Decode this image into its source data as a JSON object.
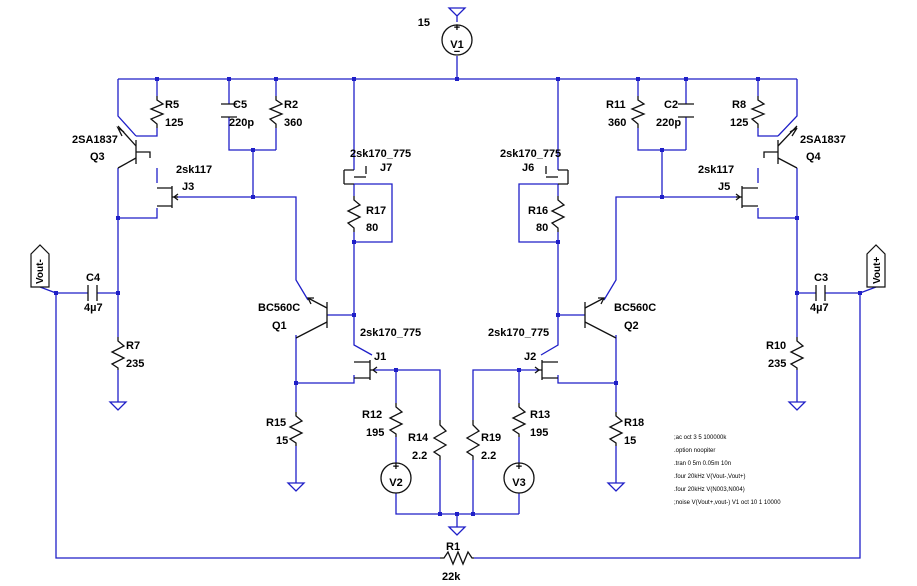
{
  "schematic": {
    "background_color": "#ffffff",
    "wire_color": "#1f1fc8",
    "component_color": "#111111",
    "sources": {
      "V1": {
        "name": "V1",
        "value": "15"
      },
      "V2": {
        "name": "V2"
      },
      "V3": {
        "name": "V3"
      }
    },
    "ports": {
      "vout_minus": "Vout-",
      "vout_plus": "Vout+"
    },
    "resistors": {
      "R1": {
        "name": "R1",
        "value": "22k"
      },
      "R2": {
        "name": "R2",
        "value": "360"
      },
      "R5": {
        "name": "R5",
        "value": "125"
      },
      "R7": {
        "name": "R7",
        "value": "235"
      },
      "R8": {
        "name": "R8",
        "value": "125"
      },
      "R10": {
        "name": "R10",
        "value": "235"
      },
      "R11": {
        "name": "R11",
        "value": "360"
      },
      "R12": {
        "name": "R12",
        "value": "195"
      },
      "R13": {
        "name": "R13",
        "value": "195"
      },
      "R14": {
        "name": "R14",
        "value": "2.2"
      },
      "R15": {
        "name": "R15",
        "value": "15"
      },
      "R16": {
        "name": "R16",
        "value": "80"
      },
      "R17": {
        "name": "R17",
        "value": "80"
      },
      "R18": {
        "name": "R18",
        "value": "15"
      },
      "R19": {
        "name": "R19",
        "value": "2.2"
      }
    },
    "capacitors": {
      "C2": {
        "name": "C2",
        "value": "220p"
      },
      "C3": {
        "name": "C3",
        "value": "4µ7"
      },
      "C4": {
        "name": "C4",
        "value": "4µ7"
      },
      "C5": {
        "name": "C5",
        "value": "220p"
      }
    },
    "transistors": {
      "Q1": {
        "name": "Q1",
        "model": "BC560C"
      },
      "Q2": {
        "name": "Q2",
        "model": "BC560C"
      },
      "Q3": {
        "name": "Q3",
        "model": "2SA1837"
      },
      "Q4": {
        "name": "Q4",
        "model": "2SA1837"
      }
    },
    "jfets": {
      "J1": {
        "name": "J1",
        "model": "2sk170_775"
      },
      "J2": {
        "name": "J2",
        "model": "2sk170_775"
      },
      "J3": {
        "name": "J3",
        "model": "2sk117"
      },
      "J5": {
        "name": "J5",
        "model": "2sk117"
      },
      "J6": {
        "name": "J6",
        "model": "2sk170_775"
      },
      "J7": {
        "name": "J7",
        "model": "2sk170_775"
      }
    },
    "directives": [
      ";ac oct 3 5 100000k",
      ".option noopiter",
      ".tran 0 5m 0.05m 10n",
      ".four 20kHz V(Vout-,Vout+)",
      ".four 20kHz V(N003,N004)",
      ";noise V(Vout+,vout-) V1 oct 10 1 10000"
    ]
  }
}
